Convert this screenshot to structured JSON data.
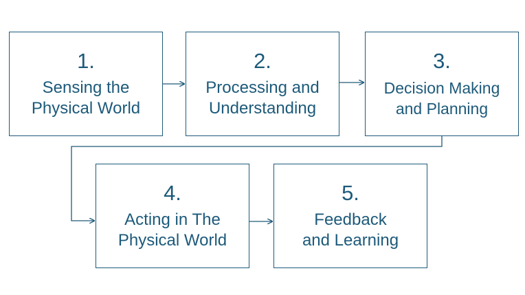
{
  "diagram": {
    "steps": [
      {
        "number": "1.",
        "label": "Sensing the\nPhysical World"
      },
      {
        "number": "2.",
        "label": "Processing and\nUnderstanding"
      },
      {
        "number": "3.",
        "label": "Decision Making\nand Planning"
      },
      {
        "number": "4.",
        "label": "Acting in The\nPhysical World"
      },
      {
        "number": "5.",
        "label": "Feedback\nand Learning"
      }
    ],
    "line_color": "#1d5a7a",
    "text_color": "#1d5a7a"
  }
}
